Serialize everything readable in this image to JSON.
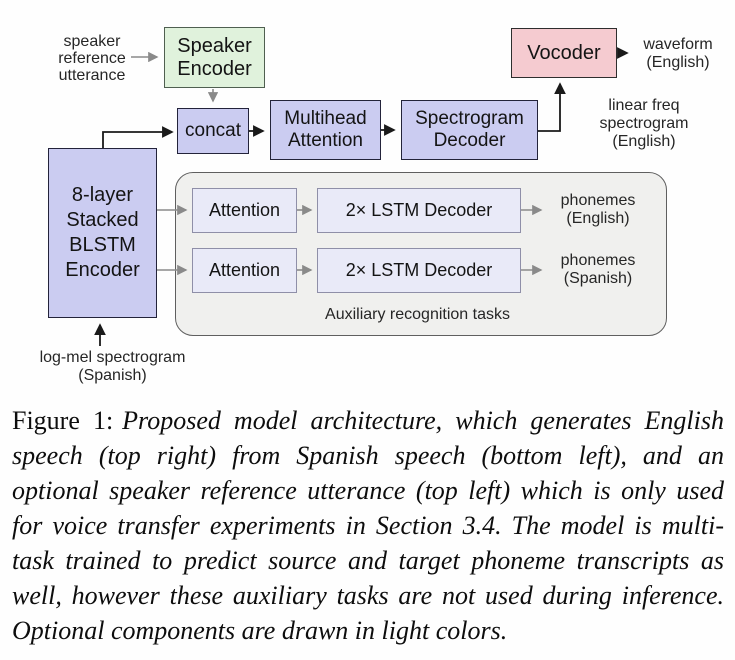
{
  "diagram": {
    "speaker_reference_label": "speaker reference utterance",
    "speaker_encoder": "Speaker Encoder",
    "vocoder": "Vocoder",
    "waveform_label": "waveform (English)",
    "concat": "concat",
    "multihead_attention": "Multihead Attention",
    "spectrogram_decoder": "Spectrogram Decoder",
    "linear_freq_label": "linear freq spectrogram (English)",
    "blstm_encoder": "8-layer Stacked BLSTM Encoder",
    "attention_top": "Attention",
    "lstm_decoder_top": "2× LSTM Decoder",
    "phonemes_english": "phonemes (English)",
    "attention_bottom": "Attention",
    "lstm_decoder_bottom": "2× LSTM Decoder",
    "phonemes_spanish": "phonemes (Spanish)",
    "aux_tasks_label": "Auxiliary recognition tasks",
    "log_mel_label": "log-mel spectrogram (Spanish)",
    "colors": {
      "encoder_decoder_fill": "#cbccf1",
      "optional_task_fill": "#e9eaf8",
      "speaker_encoder_fill": "#e0f2dc",
      "vocoder_fill": "#f5cbd0",
      "aux_panel_fill": "#f0f0ee",
      "arrow_primary": "#1a1a1a",
      "arrow_optional": "#8a8a8a"
    }
  },
  "caption": {
    "label": "Figure 1:",
    "body": "Proposed model architecture, which generates English speech (top right) from Spanish speech (bottom left), and an optional speaker reference utterance (top left) which is only used for voice transfer experiments in Section 3.4. The model is multi-task trained to predict source and target phoneme transcripts as well, however these auxiliary tasks are not used during inference. Optional components are drawn in light colors."
  }
}
